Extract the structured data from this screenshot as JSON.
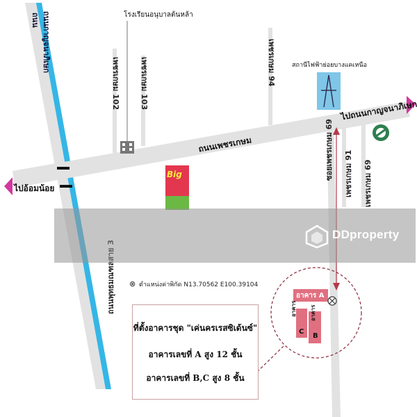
{
  "roads": {
    "main_road": "ถนนเพชรเกษม",
    "left_road": "ถนนกาญจนาภิเษก",
    "lane_102": "เพชรเกษม 102",
    "lane_103": "เพชรเกษม 103",
    "lane_94": "เพชรเกษม 94",
    "lane_91": "เพชรเกษม 91",
    "lane_69": "เพชรเกษม 69",
    "right_lane_1": "ซอยเพชรเกษม 69",
    "bottom_road": "ถนนพุทธมณฑลสาย 3",
    "small_label": "ถนน"
  },
  "directions": {
    "to_left": "ไปอ้อมน้อย",
    "to_right": "ไปถนนกาญจนาภิเษก"
  },
  "places": {
    "hospital": "โรงเรียนอนุบาลต้นหล้า",
    "station": "สถานีไฟฟ้าย่อยบางแคเหนือ",
    "store": "Big"
  },
  "coordinates": {
    "label": "ตำแหน่งค่าพิกัด",
    "value": "N13.70562  E100.39104"
  },
  "buildings": {
    "a": "อาคาร A",
    "b_top": "อาคาร",
    "b": "B",
    "c_top": "อาคาร",
    "c": "C"
  },
  "infobox": {
    "line1": "ที่ตั้งอาคารชุด \"เค่นครเรสซิเด้นซ์\"",
    "line2": "อาคารเลขที่ A  สูง 12 ชั้น",
    "line3": "อาคารเลขที่ B,C  สูง 8 ชั้น"
  },
  "watermark": {
    "text": "DDproperty"
  },
  "colors": {
    "main_road": "#e2e2e2",
    "canal": "#35b6e6",
    "arrow": "#d2389f",
    "store": "#e2374f",
    "station": "#7fc6e8",
    "building": "#e07080"
  }
}
